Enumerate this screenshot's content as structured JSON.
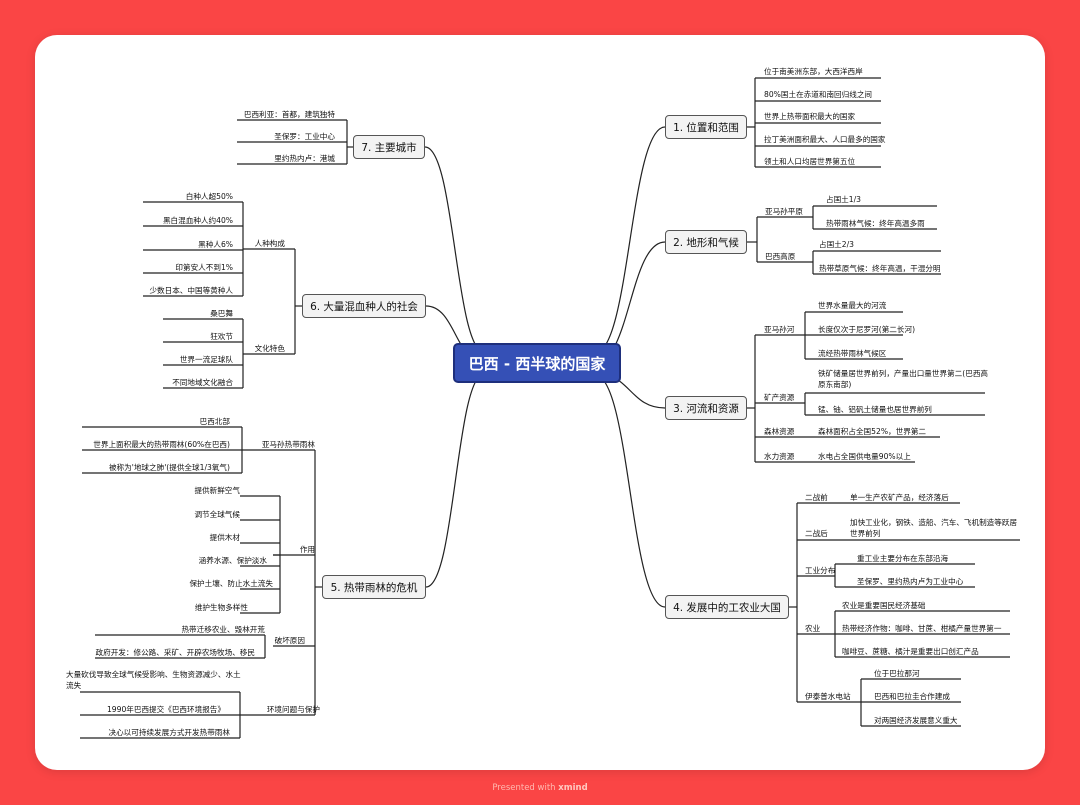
{
  "center": "巴西 - 西半球的国家",
  "topics": {
    "t1": {
      "label": "1. 位置和范围",
      "items": [
        "位于南美洲东部，大西洋西岸",
        "80%国土在赤道和南回归线之间",
        "世界上热带面积最大的国家",
        "拉丁美洲面积最大、人口最多的国家",
        "领土和人口均居世界第五位"
      ]
    },
    "t2": {
      "label": "2. 地形和气候",
      "amazon_plain": {
        "label": "亚马孙平原",
        "items": [
          "占国土1/3",
          "热带雨林气候：终年高温多雨"
        ]
      },
      "brazil_plateau": {
        "label": "巴西高原",
        "items": [
          "占国土2/3",
          "热带草原气候：终年高温，干湿分明"
        ]
      }
    },
    "t3": {
      "label": "3. 河流和资源",
      "amazon_river": {
        "label": "亚马孙河",
        "items": [
          "世界水量最大的河流",
          "长度仅次于尼罗河(第二长河)",
          "流经热带雨林气候区"
        ]
      },
      "minerals": {
        "label": "矿产资源",
        "items": [
          "铁矿储量居世界前列，产量出口量世界第二(巴西高原东南部)",
          "锰、铀、铝矾土储量也居世界前列"
        ]
      },
      "forest": {
        "label": "森林资源",
        "item": "森林面积占全国52%，世界第二"
      },
      "hydro": {
        "label": "水力资源",
        "item": "水电占全国供电量90%以上"
      }
    },
    "t4": {
      "label": "4. 发展中的工农业大国",
      "prewar": {
        "label": "二战前",
        "item": "单一生产农矿产品，经济落后"
      },
      "postwar": {
        "label": "二战后",
        "item": "加快工业化，钢铁、造船、汽车、飞机制造等跃居世界前列"
      },
      "industry": {
        "label": "工业分布",
        "items": [
          "重工业主要分布在东部沿海",
          "圣保罗、里约热内卢为工业中心"
        ]
      },
      "agriculture": {
        "label": "农业",
        "items": [
          "农业是重要国民经济基础",
          "热带经济作物：咖啡、甘蔗、柑橘产量世界第一",
          "咖啡豆、蔗糖、橘汁是重要出口创汇产品"
        ]
      },
      "itaipu": {
        "label": "伊泰普水电站",
        "items": [
          "位于巴拉那河",
          "巴西和巴拉圭合作建成",
          "对两国经济发展意义重大"
        ]
      }
    },
    "t5": {
      "label": "5. 热带雨林的危机",
      "rainforest": {
        "label": "亚马孙热带雨林",
        "items": [
          "巴西北部",
          "世界上面积最大的热带雨林(60%在巴西)",
          "被称为'地球之肺'(提供全球1/3氧气)"
        ]
      },
      "role": {
        "label": "作用",
        "items": [
          "提供新鲜空气",
          "调节全球气候",
          "提供木材",
          "涵养水源、保护淡水",
          "保护土壤、防止水土流失",
          "维护生物多样性"
        ]
      },
      "causes": {
        "label": "破坏原因",
        "items": [
          "热带迁移农业、毁林开荒",
          "政府开发：修公路、采矿、开辟农场牧场、移民"
        ]
      },
      "env": {
        "label": "环境问题与保护",
        "items": [
          "大量砍伐导致全球气候受影响、生物资源减少、水土流失",
          "1990年巴西提交《巴西环境报告》",
          "决心以可持续发展方式开发热带雨林"
        ]
      }
    },
    "t6": {
      "label": "6. 大量混血种人的社会",
      "race": {
        "label": "人种构成",
        "items": [
          "白种人超50%",
          "黑白混血种人约40%",
          "黑种人6%",
          "印第安人不到1%",
          "少数日本、中国等黄种人"
        ]
      },
      "culture": {
        "label": "文化特色",
        "items": [
          "桑巴舞",
          "狂欢节",
          "世界一流足球队",
          "不同地域文化融合"
        ]
      }
    },
    "t7": {
      "label": "7. 主要城市",
      "items": [
        "巴西利亚：首都，建筑独特",
        "圣保罗：工业中心",
        "里约热内卢：港城"
      ]
    }
  },
  "footer": {
    "prefix": "Presented with",
    "brand": "xmind"
  }
}
